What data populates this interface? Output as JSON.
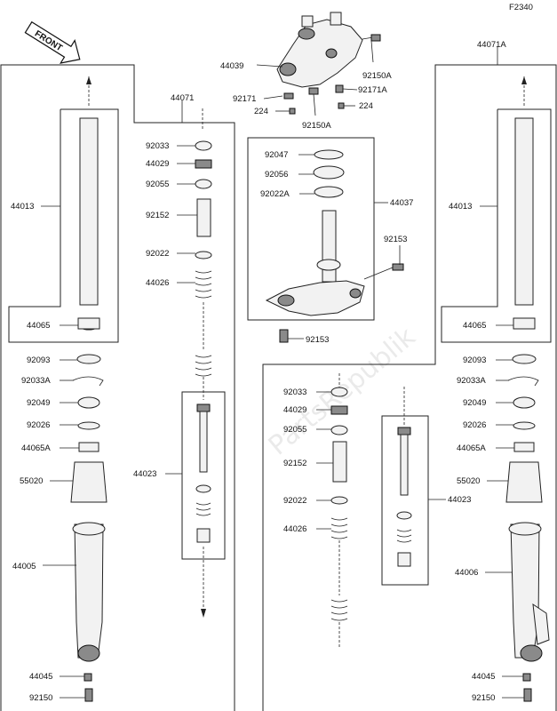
{
  "diagram": {
    "code": "F2340",
    "watermark": "PartsRepublik",
    "front_label": "FRONT",
    "parts": [
      {
        "id": "44071",
        "label": "44071"
      },
      {
        "id": "44071A",
        "label": "44071A"
      },
      {
        "id": "44039",
        "label": "44039"
      },
      {
        "id": "92171",
        "label": "92171"
      },
      {
        "id": "92171A",
        "label": "92171A"
      },
      {
        "id": "224-l",
        "label": "224"
      },
      {
        "id": "224-r",
        "label": "224"
      },
      {
        "id": "92150A-top",
        "label": "92150A"
      },
      {
        "id": "92150A-mid",
        "label": "92150A"
      },
      {
        "id": "92047",
        "label": "92047"
      },
      {
        "id": "92056",
        "label": "92056"
      },
      {
        "id": "92022A",
        "label": "92022A"
      },
      {
        "id": "44037",
        "label": "44037"
      },
      {
        "id": "92153-a",
        "label": "92153"
      },
      {
        "id": "92153-b",
        "label": "92153"
      },
      {
        "id": "44013-l",
        "label": "44013"
      },
      {
        "id": "44065-l",
        "label": "44065"
      },
      {
        "id": "92093-l",
        "label": "92093"
      },
      {
        "id": "92033A-l",
        "label": "92033A"
      },
      {
        "id": "92049-l",
        "label": "92049"
      },
      {
        "id": "92026-l",
        "label": "92026"
      },
      {
        "id": "44065A-l",
        "label": "44065A"
      },
      {
        "id": "55020-l",
        "label": "55020"
      },
      {
        "id": "44005",
        "label": "44005"
      },
      {
        "id": "44045-l",
        "label": "44045"
      },
      {
        "id": "92150-l",
        "label": "92150"
      },
      {
        "id": "92033-l",
        "label": "92033"
      },
      {
        "id": "44029-l",
        "label": "44029"
      },
      {
        "id": "92055-l",
        "label": "92055"
      },
      {
        "id": "92152-l",
        "label": "92152"
      },
      {
        "id": "92022-l",
        "label": "92022"
      },
      {
        "id": "44026-l",
        "label": "44026"
      },
      {
        "id": "44023-l",
        "label": "44023"
      },
      {
        "id": "92033-r",
        "label": "92033"
      },
      {
        "id": "44029-r",
        "label": "44029"
      },
      {
        "id": "92055-r",
        "label": "92055"
      },
      {
        "id": "92152-r",
        "label": "92152"
      },
      {
        "id": "92022-r",
        "label": "92022"
      },
      {
        "id": "44026-r",
        "label": "44026"
      },
      {
        "id": "44023-r",
        "label": "44023"
      },
      {
        "id": "44013-r",
        "label": "44013"
      },
      {
        "id": "44065-r",
        "label": "44065"
      },
      {
        "id": "92093-r",
        "label": "92093"
      },
      {
        "id": "92033A-r",
        "label": "92033A"
      },
      {
        "id": "92049-r",
        "label": "92049"
      },
      {
        "id": "92026-r",
        "label": "92026"
      },
      {
        "id": "44065A-r",
        "label": "44065A"
      },
      {
        "id": "55020-r",
        "label": "55020"
      },
      {
        "id": "44006",
        "label": "44006"
      },
      {
        "id": "44045-r",
        "label": "44045"
      },
      {
        "id": "92150-r",
        "label": "92150"
      }
    ]
  }
}
